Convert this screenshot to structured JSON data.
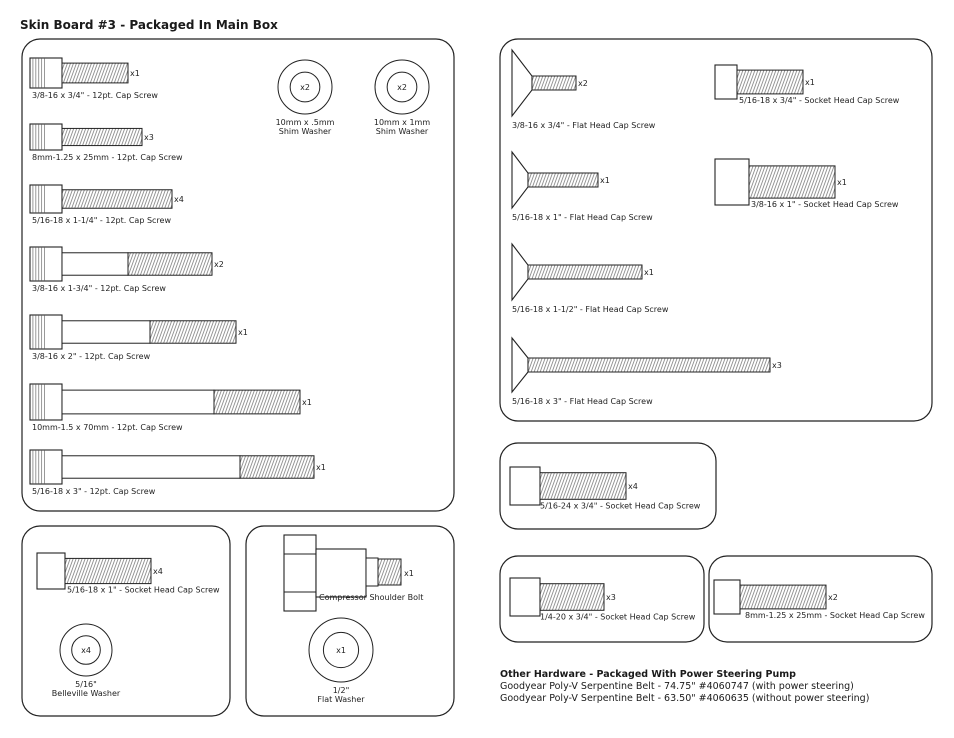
{
  "title": "Skin Board #3 - Packaged In Main Box",
  "main_box": {
    "cap_screws": [
      {
        "label": "3/8-16 x 3/4\" - 12pt. Cap Screw",
        "qty": "x1"
      },
      {
        "label": "8mm-1.25 x 25mm - 12pt. Cap Screw",
        "qty": "x3"
      },
      {
        "label": "5/16-18 x 1-1/4\" - 12pt. Cap Screw",
        "qty": "x4"
      },
      {
        "label": "3/8-16 x 1-3/4\" - 12pt. Cap Screw",
        "qty": "x2"
      },
      {
        "label": "3/8-16 x 2\" - 12pt. Cap Screw",
        "qty": "x1"
      },
      {
        "label": "10mm-1.5 x 70mm - 12pt. Cap Screw",
        "qty": "x1"
      },
      {
        "label": "5/16-18 x 3\" - 12pt. Cap Screw",
        "qty": "x1"
      }
    ],
    "washers": [
      {
        "qty": "x2",
        "line1": "10mm x .5mm",
        "line2": "Shim Washer"
      },
      {
        "qty": "x2",
        "line1": "10mm x 1mm",
        "line2": "Shim Washer"
      }
    ]
  },
  "socket_box": {
    "screw": {
      "label": "5/16-18 x 1\" - Socket Head Cap Screw",
      "qty": "x4"
    },
    "washer": {
      "qty": "x4",
      "line1": "5/16\"",
      "line2": "Belleville Washer"
    }
  },
  "compressor_box": {
    "bolt": {
      "label": "Compressor Shoulder Bolt",
      "qty": "x1"
    },
    "washer": {
      "qty": "x1",
      "line1": "1/2\"",
      "line2": "Flat Washer"
    }
  },
  "flat_head_box": {
    "flat_heads": [
      {
        "label": "3/8-16 x 3/4\" - Flat Head Cap Screw",
        "qty": "x2"
      },
      {
        "label": "5/16-18 x 1\" - Flat Head Cap Screw",
        "qty": "x1"
      },
      {
        "label": "5/16-18 x 1-1/2\" - Flat Head Cap Screw",
        "qty": "x1"
      },
      {
        "label": "5/16-18 x 3\" - Flat Head Cap Screw",
        "qty": "x3"
      }
    ],
    "sockets": [
      {
        "label": "5/16-18 x 3/4\" - Socket Head Cap Screw",
        "qty": "x1"
      },
      {
        "label": "3/8-16 x 1\" - Socket Head Cap Screw",
        "qty": "x1"
      }
    ]
  },
  "small_boxes": [
    {
      "label": "5/16-24 x 3/4\" - Socket Head Cap Screw",
      "qty": "x4"
    },
    {
      "label": "1/4-20 x 3/4\" - Socket Head Cap Screw",
      "qty": "x3"
    },
    {
      "label": "8mm-1.25 x 25mm - Socket Head Cap Screw",
      "qty": "x2"
    }
  ],
  "other_hardware": {
    "heading": "Other Hardware - Packaged With Power Steering Pump",
    "lines": [
      "Goodyear Poly-V Serpentine Belt - 74.75\"  #4060747 (with power steering)",
      "Goodyear Poly-V Serpentine Belt - 63.50\"  #4060635 (without power steering)"
    ]
  }
}
